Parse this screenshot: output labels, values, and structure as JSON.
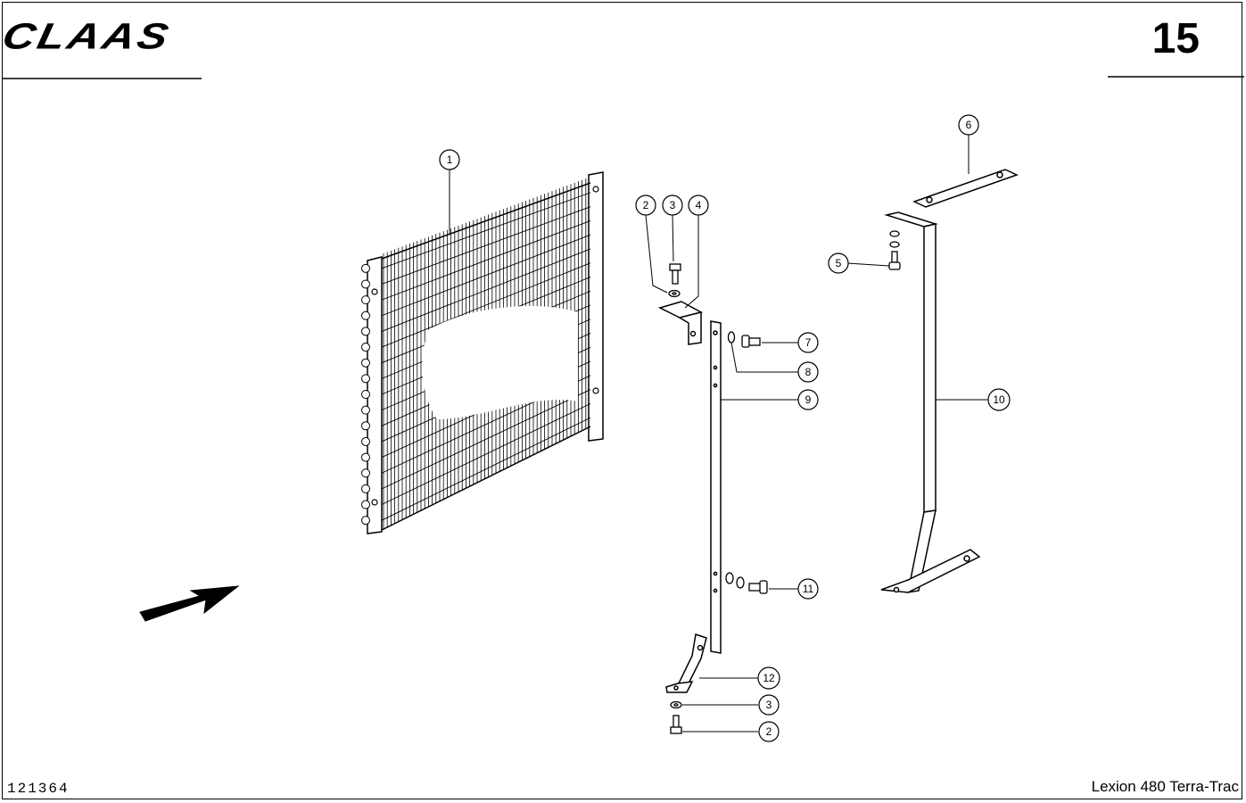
{
  "header": {
    "brand": "CLAAS",
    "page_number": "15"
  },
  "footer": {
    "reference_code": "121364",
    "model": "Lexion 480 Terra-Trac"
  },
  "callouts": [
    "1",
    "2",
    "3",
    "4",
    "5",
    "6",
    "7",
    "8",
    "9",
    "10",
    "11",
    "12",
    "3",
    "2"
  ],
  "colors": {
    "ink": "#000000",
    "paper": "#ffffff"
  }
}
